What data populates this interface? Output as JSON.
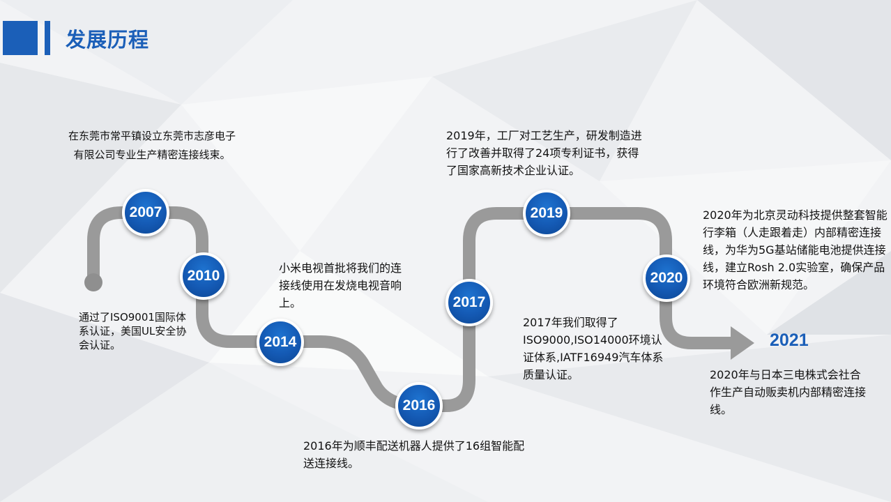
{
  "title": "发展历程",
  "nodes": [
    {
      "year": "2007"
    },
    {
      "year": "2010"
    },
    {
      "year": "2014"
    },
    {
      "year": "2016"
    },
    {
      "year": "2017"
    },
    {
      "year": "2019"
    },
    {
      "year": "2020"
    }
  ],
  "final_year": "2021",
  "texts": {
    "t2007": "在东莞市常平镇设立东莞市志彦电子有限公司专业生产精密连接线束。",
    "t2010": "通过了ISO9001国际体系认证，美国UL安全协会认证。",
    "t2014": "小米电视首批将我们的连接线使用在发烧电视音响上。",
    "t2016": "2016年为顺丰配送机器人提供了16组智能配送连接线。",
    "t2017": "2017年我们取得了ISO9000,ISO14000环境认证体系,IATF16949汽车体系质量认证。",
    "t2019": "2019年，工厂对工艺生产，研发制造进行了改善并取得了24项专利证书，获得了国家高新技术企业认证。",
    "t2020": "2020年为北京灵动科技提供整套智能行李箱（人走跟着走）内部精密连接线，为华为5G基站储能电池提供连接线，建立Rosh 2.0实验室，确保产品环境符合欧洲新规范。",
    "t2021": "2020年与日本三电株式会社合作生产自动贩卖机内部精密连接线。"
  },
  "colors": {
    "accent": "#1b5fb8",
    "path": "#9a9a9a"
  }
}
